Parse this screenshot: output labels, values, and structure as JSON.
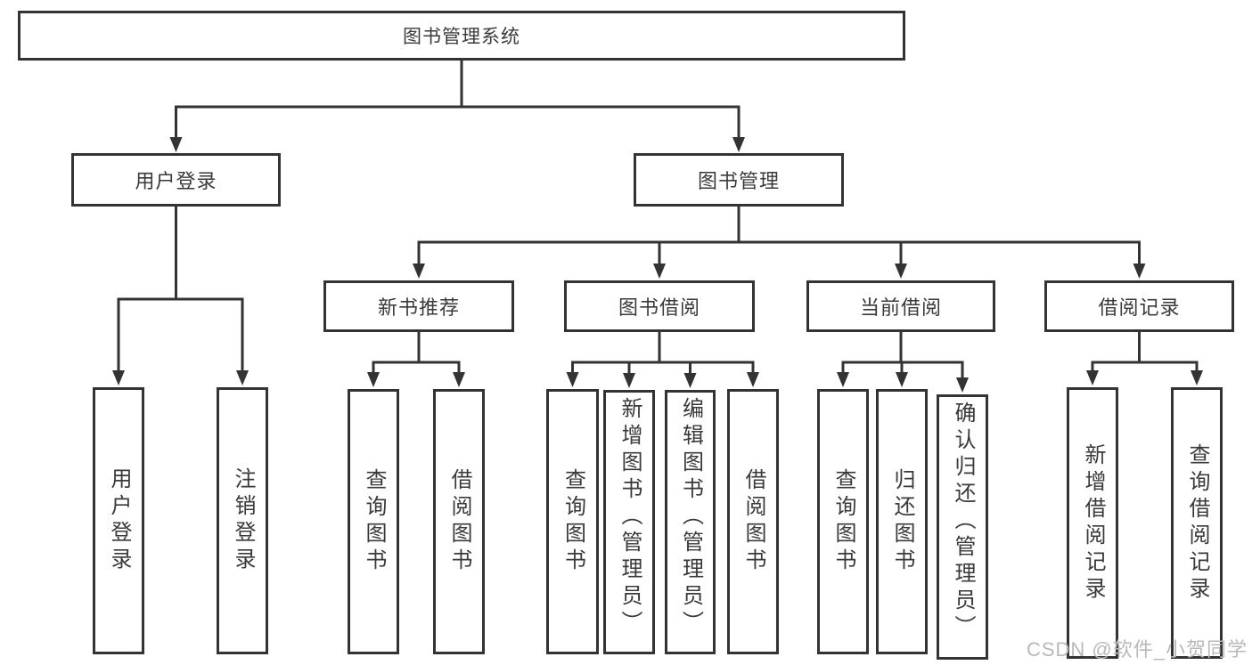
{
  "diagram": {
    "root": {
      "label": "图书管理系统",
      "children": [
        {
          "label": "用户登录",
          "children": [
            {
              "label": "用户登录"
            },
            {
              "label": "注销登录"
            }
          ]
        },
        {
          "label": "图书管理",
          "children": [
            {
              "label": "新书推荐",
              "children": [
                {
                  "label": "查询图书"
                },
                {
                  "label": "借阅图书"
                }
              ]
            },
            {
              "label": "图书借阅",
              "children": [
                {
                  "label": "查询图书"
                },
                {
                  "label": "新增图书（管理员）"
                },
                {
                  "label": "编辑图书（管理员）"
                },
                {
                  "label": "借阅图书"
                }
              ]
            },
            {
              "label": "当前借阅",
              "children": [
                {
                  "label": "查询图书"
                },
                {
                  "label": "归还图书"
                },
                {
                  "label": "确认归还（管理员）"
                }
              ]
            },
            {
              "label": "借阅记录",
              "children": [
                {
                  "label": "新增借阅记录"
                },
                {
                  "label": "查询借阅记录"
                }
              ]
            }
          ]
        }
      ]
    },
    "watermark": "CSDN @软件_小贺同学",
    "colors": {
      "line": "#333333",
      "text": "#3a3a3a",
      "watermark": "#b9b9b9",
      "background": "#ffffff"
    }
  }
}
